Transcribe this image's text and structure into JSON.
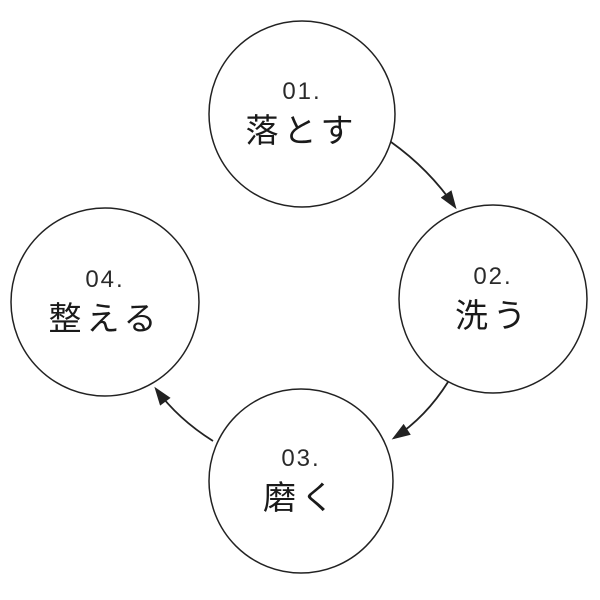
{
  "colors": {
    "background": "#ffffff",
    "line": "#222222",
    "number_text": "#2a2a2a",
    "label_text": "#1a1a1a"
  },
  "steps": [
    {
      "number": "01.",
      "label": "落とす"
    },
    {
      "number": "02.",
      "label": "洗う"
    },
    {
      "number": "03.",
      "label": "磨く"
    },
    {
      "number": "04.",
      "label": "整える"
    }
  ],
  "arrows": [
    {
      "from": "step-1",
      "to": "step-2"
    },
    {
      "from": "step-2",
      "to": "step-3"
    },
    {
      "from": "step-3",
      "to": "step-4"
    }
  ]
}
